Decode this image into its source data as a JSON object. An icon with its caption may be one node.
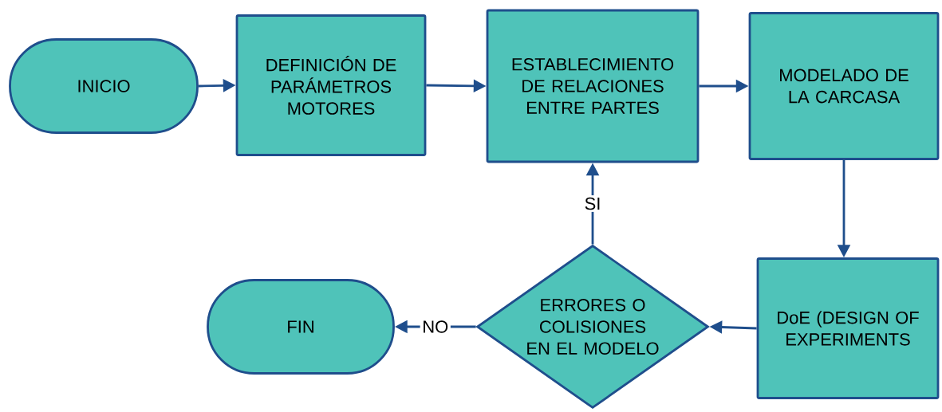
{
  "diagram": {
    "nodes": [
      {
        "text": [
          "INICIO"
        ]
      },
      {
        "text": [
          "DEFINICIÓN DE PARÁMETROS MOTORES"
        ]
      },
      {
        "text": [
          "ESTABLECIMIENTO DE RELACIONES ENTRE PARTES"
        ]
      },
      {
        "text": [
          "MODELADO DE LA CARCASA"
        ]
      },
      {
        "text": [
          "DoE (DESIGN OF EXPERIMENTS"
        ]
      },
      {
        "text": [
          "ERRORES O COLISIONES EN EL MODELO"
        ]
      },
      {
        "text": [
          "FIN"
        ]
      }
    ],
    "edges": [
      {
        "from": 0,
        "to": 1,
        "arrow": "to"
      },
      {
        "from": 1,
        "to": 2,
        "arrow": "to"
      },
      {
        "from": 2,
        "to": 3,
        "arrow": "to"
      },
      {
        "from": 3,
        "to": 4,
        "arrow": "to"
      },
      {
        "from": 4,
        "to": 5,
        "arrow": "to"
      },
      {
        "from": 5,
        "to": 2,
        "arrow": "to",
        "label": "SI"
      },
      {
        "from": 5,
        "to": 6,
        "arrow": "to",
        "label": "NO"
      }
    ]
  }
}
